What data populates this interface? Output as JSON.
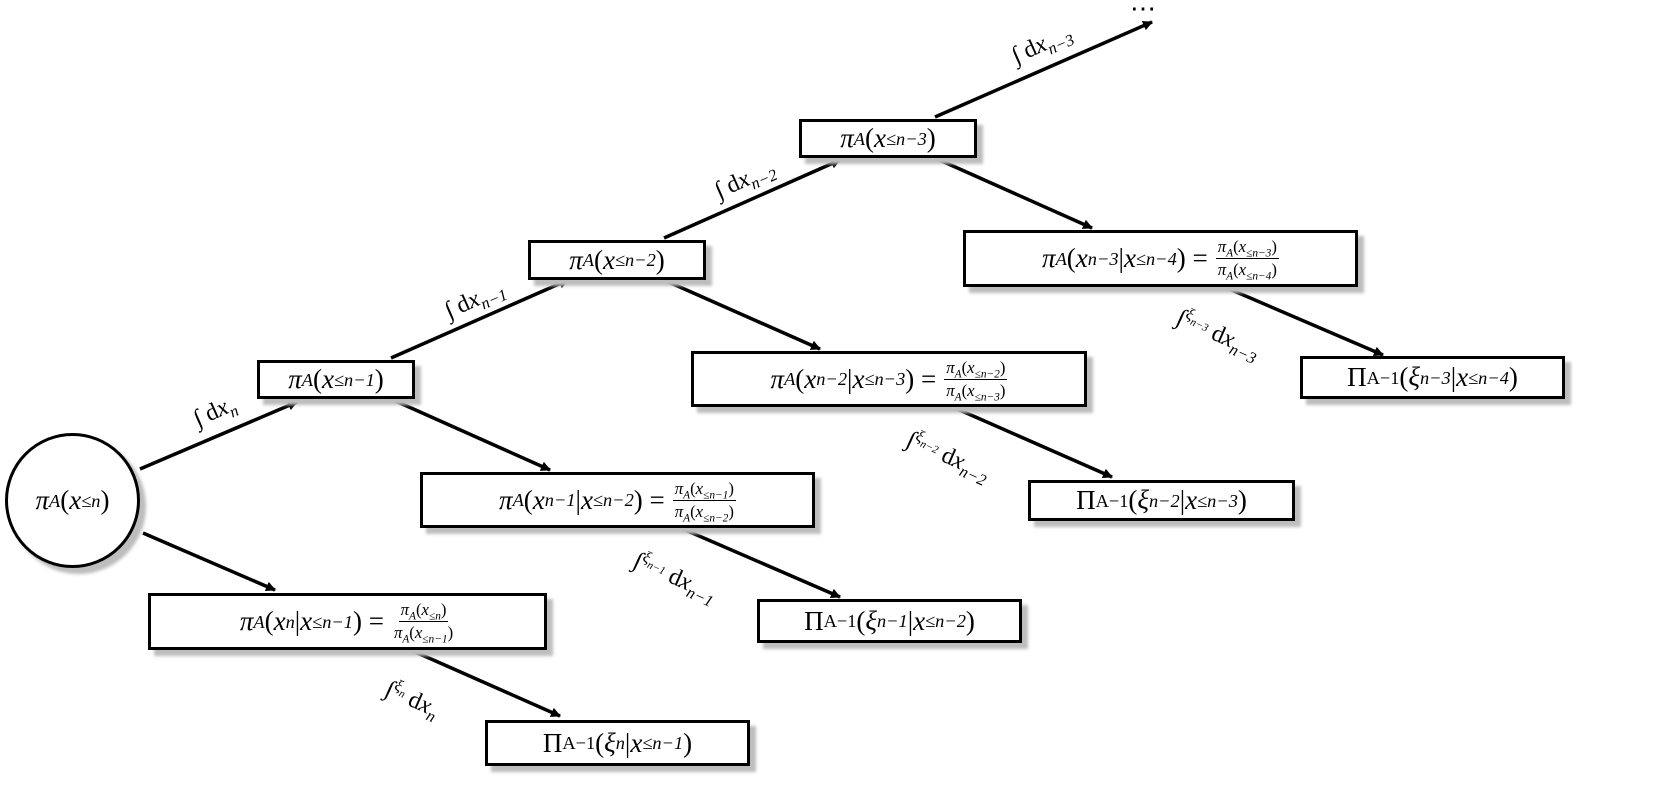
{
  "root": {
    "sub": "≤n"
  },
  "marginals": [
    {
      "sub": "≤n−1"
    },
    {
      "sub": "≤n−2"
    },
    {
      "sub": "≤n−3"
    }
  ],
  "conditionals": [
    {
      "var": "n",
      "given": "≤n−1",
      "num": "≤n",
      "den": "≤n−1"
    },
    {
      "var": "n−1",
      "given": "≤n−2",
      "num": "≤n−1",
      "den": "≤n−2"
    },
    {
      "var": "n−2",
      "given": "≤n−3",
      "num": "≤n−2",
      "den": "≤n−3"
    },
    {
      "var": "n−3",
      "given": "≤n−4",
      "num": "≤n−3",
      "den": "≤n−4"
    }
  ],
  "inverses": [
    {
      "xi": "n",
      "given": "≤n−1"
    },
    {
      "xi": "n−1",
      "given": "≤n−2"
    },
    {
      "xi": "n−2",
      "given": "≤n−3"
    },
    {
      "xi": "n−3",
      "given": "≤n−4"
    }
  ],
  "marginal_edge_labels": [
    "n",
    "n−1",
    "n−2",
    "n−3"
  ],
  "inverse_edge_labels": [
    "n",
    "n−1",
    "n−2",
    "n−3"
  ],
  "continuation": "⋯"
}
